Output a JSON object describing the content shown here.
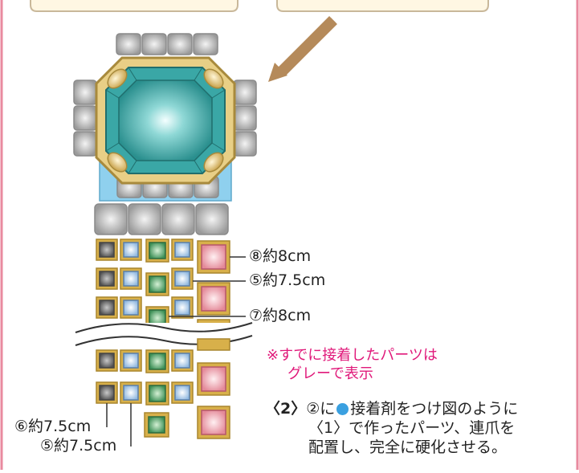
{
  "labels": {
    "l8": "⑧約8cm",
    "l5a": "⑤約7.5cm",
    "l7": "⑦約8cm",
    "l6": "⑥約7.5cm",
    "l5b": "⑤約7.5cm"
  },
  "note": {
    "line1": "※すでに接着したパーツは",
    "line2": "グレーで表示"
  },
  "instruction": {
    "step": "〈2〉",
    "text1a": "②に",
    "text1b": "接着剤をつけ図のように",
    "line2": "〈1〉で作ったパーツ、連爪を",
    "line3": "配置し、完全に硬化させる。"
  },
  "colors": {
    "frame": "#e98a9f",
    "arrow": "#b58a5a",
    "gold": "#c9a24a",
    "gem_teal": "#3aa7a6",
    "glue_blue": "#8fd0ee",
    "gray_part": "#b8b8b8",
    "pink_note": "#e0197a",
    "glue_dot": "#3aa0e0"
  },
  "icons": [
    "arrow-icon",
    "glue-dot-icon"
  ]
}
